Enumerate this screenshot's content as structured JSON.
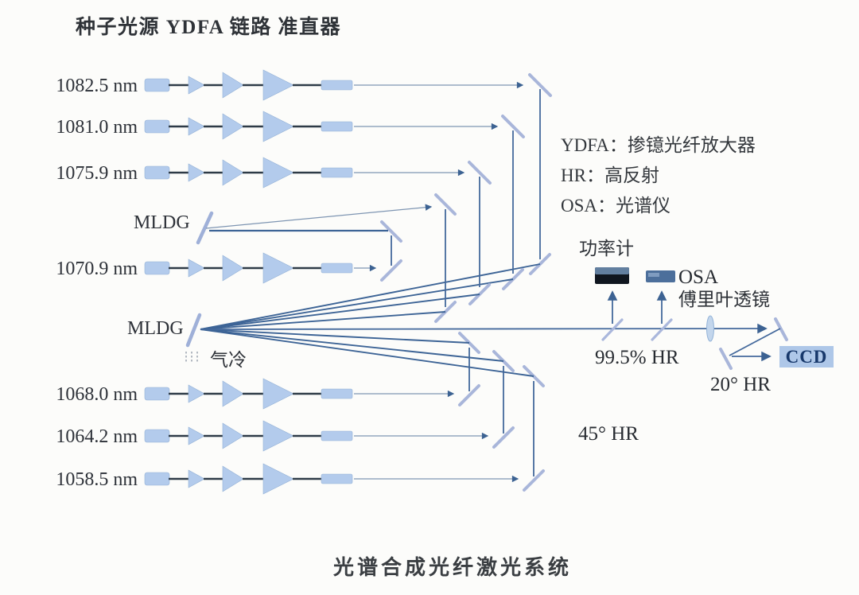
{
  "header": {
    "columns": "种子光源 YDFA 链路 准直器"
  },
  "caption": "光谱合成光纤激光系统",
  "channels": [
    {
      "label": "1082.5 nm"
    },
    {
      "label": "1081.0 nm"
    },
    {
      "label": "1075.9 nm"
    },
    {
      "label": "1070.9 nm"
    },
    {
      "label": "1068.0 nm"
    },
    {
      "label": "1064.2 nm"
    },
    {
      "label": "1058.5 nm"
    }
  ],
  "gratings": {
    "upper_label": "MLDG",
    "lower_label": "MLDG"
  },
  "cooling_label": "气冷",
  "legend": {
    "ydfa": "YDFA：掺镱光纤放大器",
    "hr": "HR：高反射",
    "osa": "OSA：光谱仪"
  },
  "detection": {
    "power_meter_label": "功率计",
    "osa_label": "OSA",
    "fourier_lens_label": "傅里叶透镜",
    "hr_995_label": "99.5% HR",
    "hr_45_label": "45° HR",
    "hr_20_label": "20° HR",
    "ccd_label": "CCD"
  },
  "colors": {
    "beam": "#44699c",
    "mirror": "#a9b6da",
    "component_fill": "#b3cbec",
    "fiber_dark": "#2e3b47",
    "ccd_fill": "#aec7e8",
    "text": "#2b3036"
  }
}
